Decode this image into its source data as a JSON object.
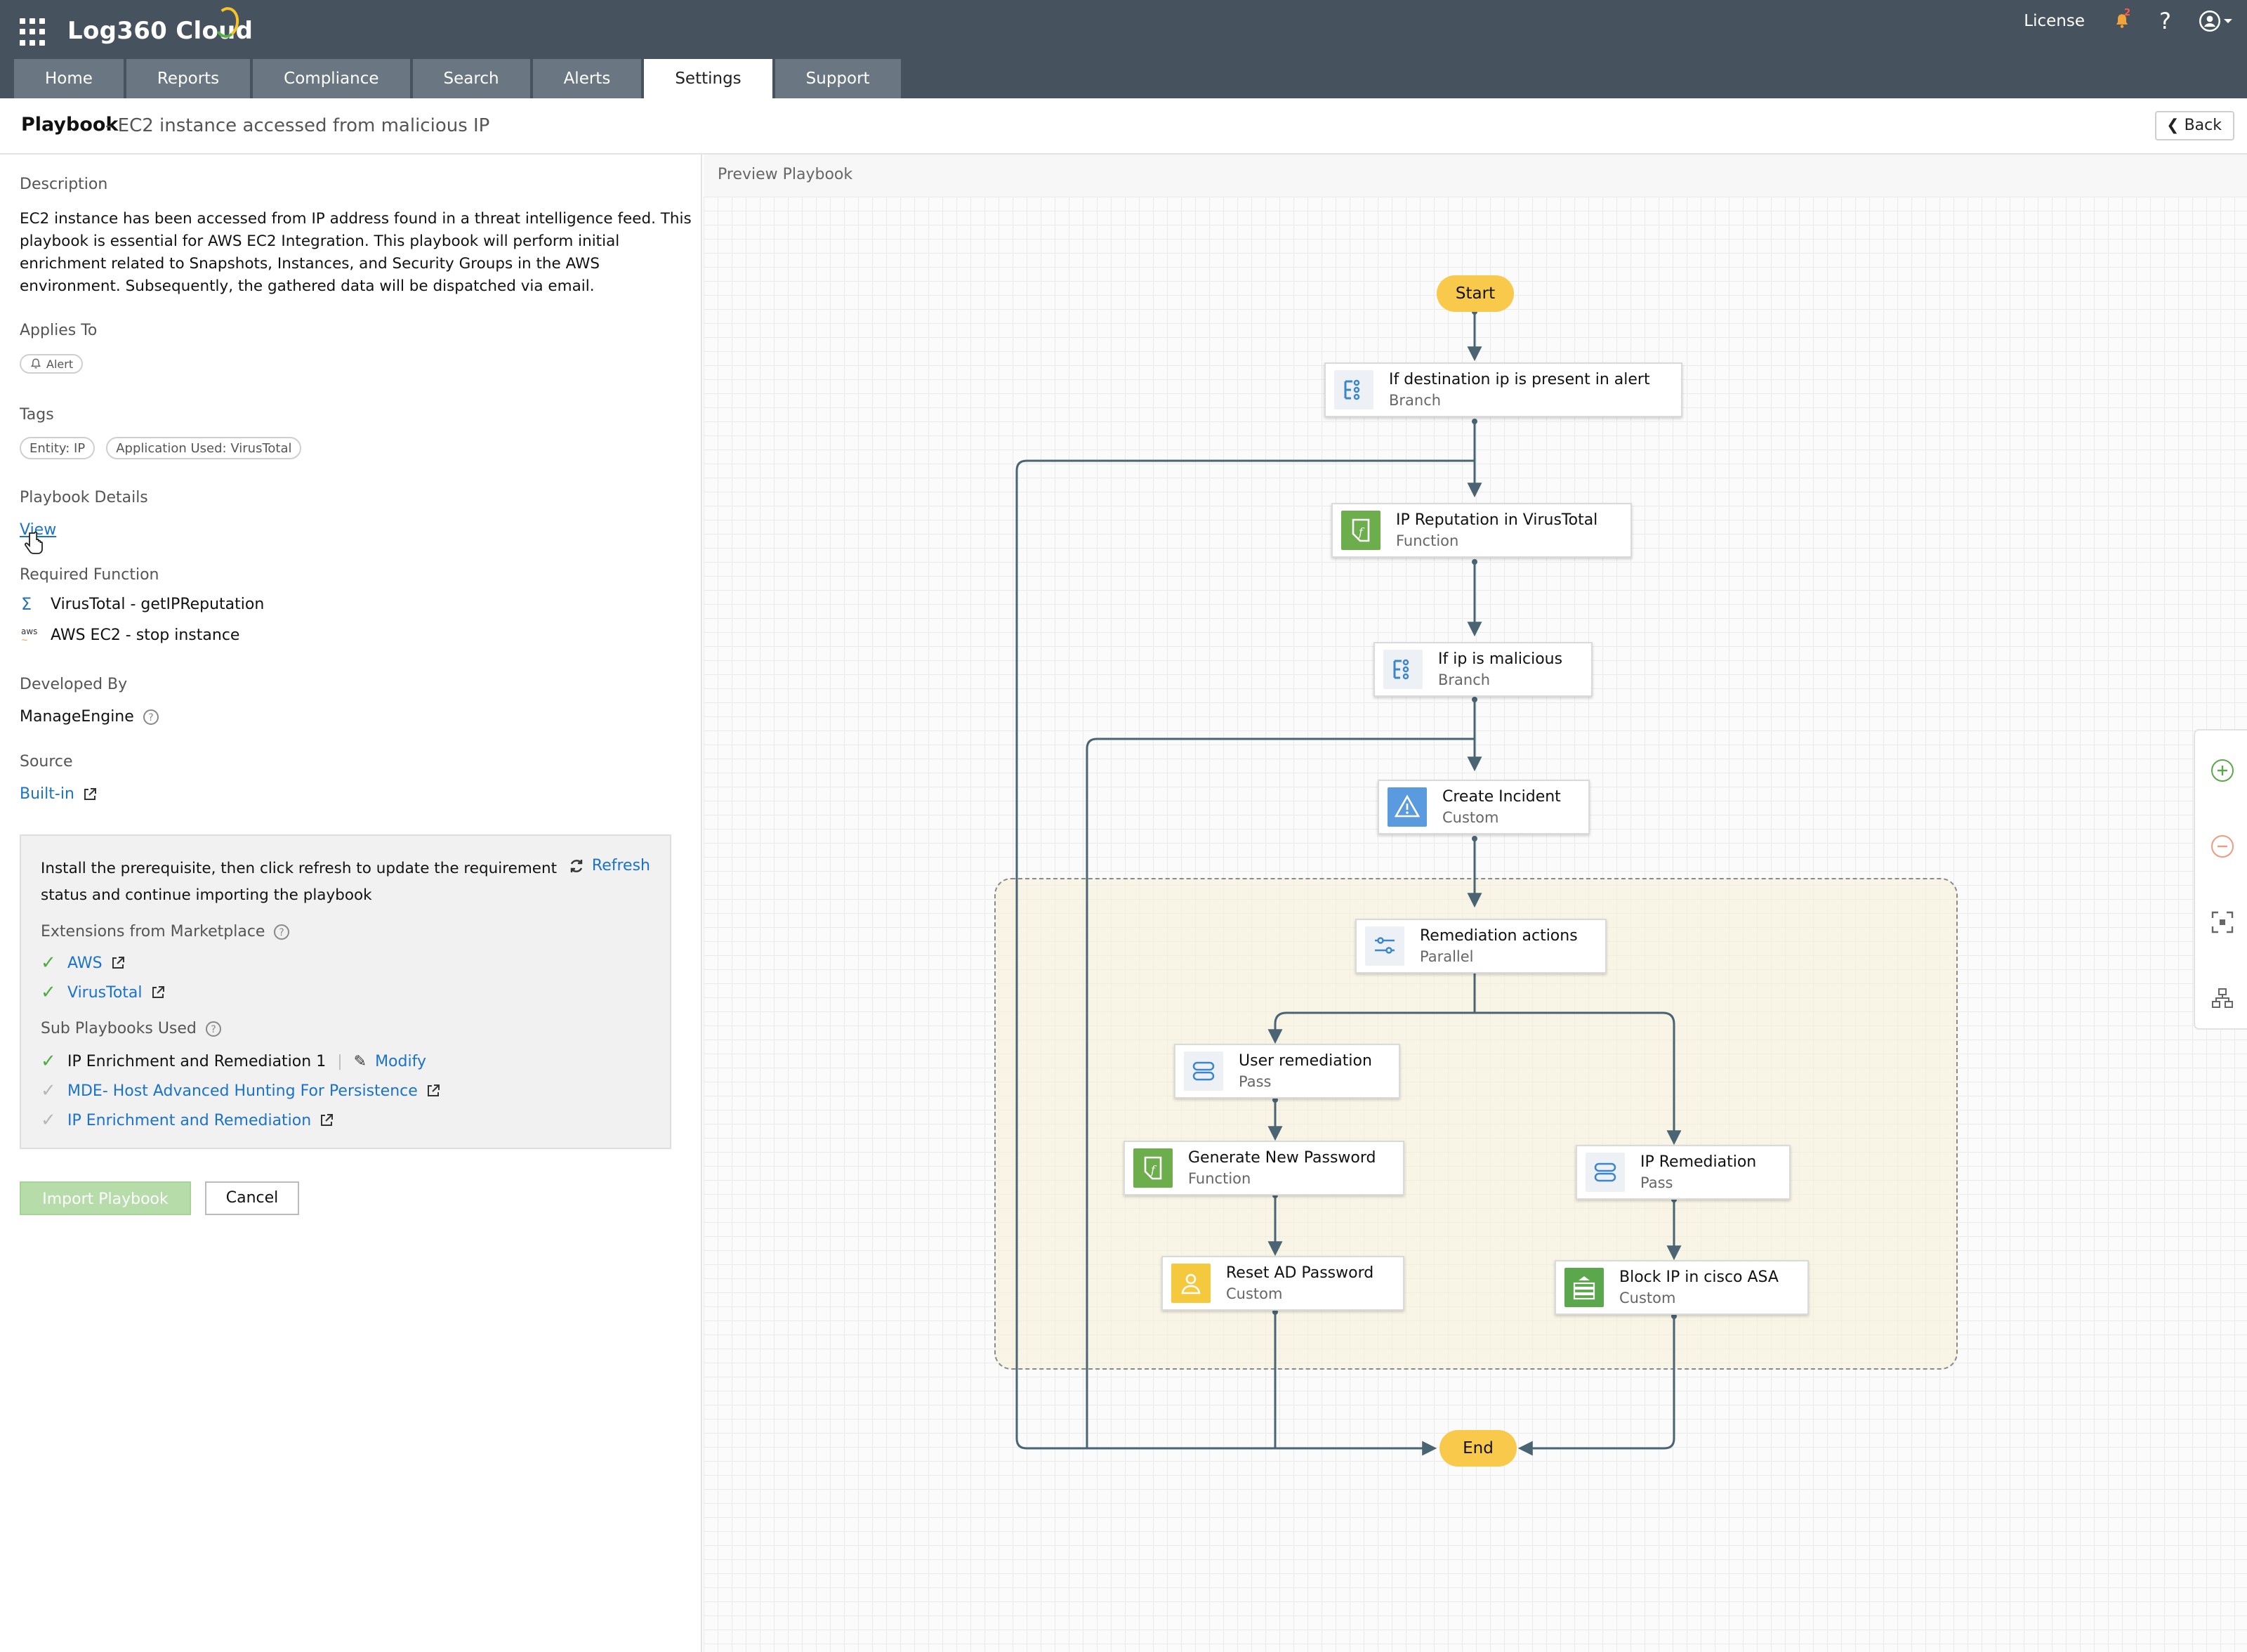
{
  "app": {
    "title": "Log360 Cloud"
  },
  "top_right": {
    "license": "License",
    "notif_count": "2",
    "help": "?"
  },
  "tabs": [
    {
      "label": "Home"
    },
    {
      "label": "Reports"
    },
    {
      "label": "Compliance"
    },
    {
      "label": "Search"
    },
    {
      "label": "Alerts"
    },
    {
      "label": "Settings"
    },
    {
      "label": "Support"
    }
  ],
  "page": {
    "title": "Playbook",
    "subtitle": "- EC2 instance accessed from malicious IP",
    "back": "Back"
  },
  "left": {
    "description_label": "Description",
    "description": "EC2 instance has been accessed from IP address found in a threat intelligence feed. This playbook is essential for AWS EC2 Integration. This playbook will perform initial enrichment related to Snapshots, Instances, and Security Groups in the AWS environment. Subsequently, the gathered data will be dispatched via email.",
    "applies_to_label": "Applies To",
    "applies_to": "Alert",
    "tags_label": "Tags",
    "tags": [
      "Entity: IP",
      "Application Used: VirusTotal"
    ],
    "details_label": "Playbook Details",
    "details_link": "View",
    "required_function_label": "Required Function",
    "functions": [
      {
        "icon": "sigma-icon",
        "label": "VirusTotal - getIPReputation"
      },
      {
        "icon": "aws-icon",
        "label": "AWS EC2 - stop instance"
      }
    ],
    "developed_by_label": "Developed By",
    "developed_by": "ManageEngine",
    "source_label": "Source",
    "source": "Built-in"
  },
  "prereq": {
    "message": "Install the prerequisite, then click refresh to update the requirement status and continue importing the playbook",
    "refresh": "Refresh",
    "extensions_label": "Extensions from Marketplace",
    "extensions": [
      {
        "label": "AWS"
      },
      {
        "label": "VirusTotal"
      }
    ],
    "sub_label": "Sub Playbooks Used",
    "sub_playbooks": [
      {
        "label": "IP Enrichment and Remediation 1",
        "action": "Modify"
      },
      {
        "label": "MDE- Host Advanced Hunting For Persistence"
      },
      {
        "label": "IP Enrichment and Remediation"
      }
    ]
  },
  "buttons": {
    "import": "Import Playbook",
    "cancel": "Cancel"
  },
  "preview": {
    "label": "Preview Playbook",
    "start": "Start",
    "end": "End",
    "nodes": [
      {
        "title": "If destination ip is present in alert",
        "type": "Branch"
      },
      {
        "title": "IP Reputation in VirusTotal",
        "type": "Function"
      },
      {
        "title": "If ip is malicious",
        "type": "Branch"
      },
      {
        "title": "Create Incident",
        "type": "Custom"
      },
      {
        "title": "Remediation actions",
        "type": "Parallel"
      },
      {
        "title": "User remediation",
        "type": "Pass"
      },
      {
        "title": "Generate New Password",
        "type": "Function"
      },
      {
        "title": "Reset AD Password",
        "type": "Custom"
      },
      {
        "title": "IP Remediation",
        "type": "Pass"
      },
      {
        "title": "Block IP in cisco ASA",
        "type": "Custom"
      }
    ]
  },
  "colors": {
    "header": "#46525e",
    "tab": "#6a7682",
    "link": "#1a73c9",
    "accent_yellow": "#f8c94a",
    "check_green": "#4caf3d",
    "flow_line": "#4a6473"
  }
}
